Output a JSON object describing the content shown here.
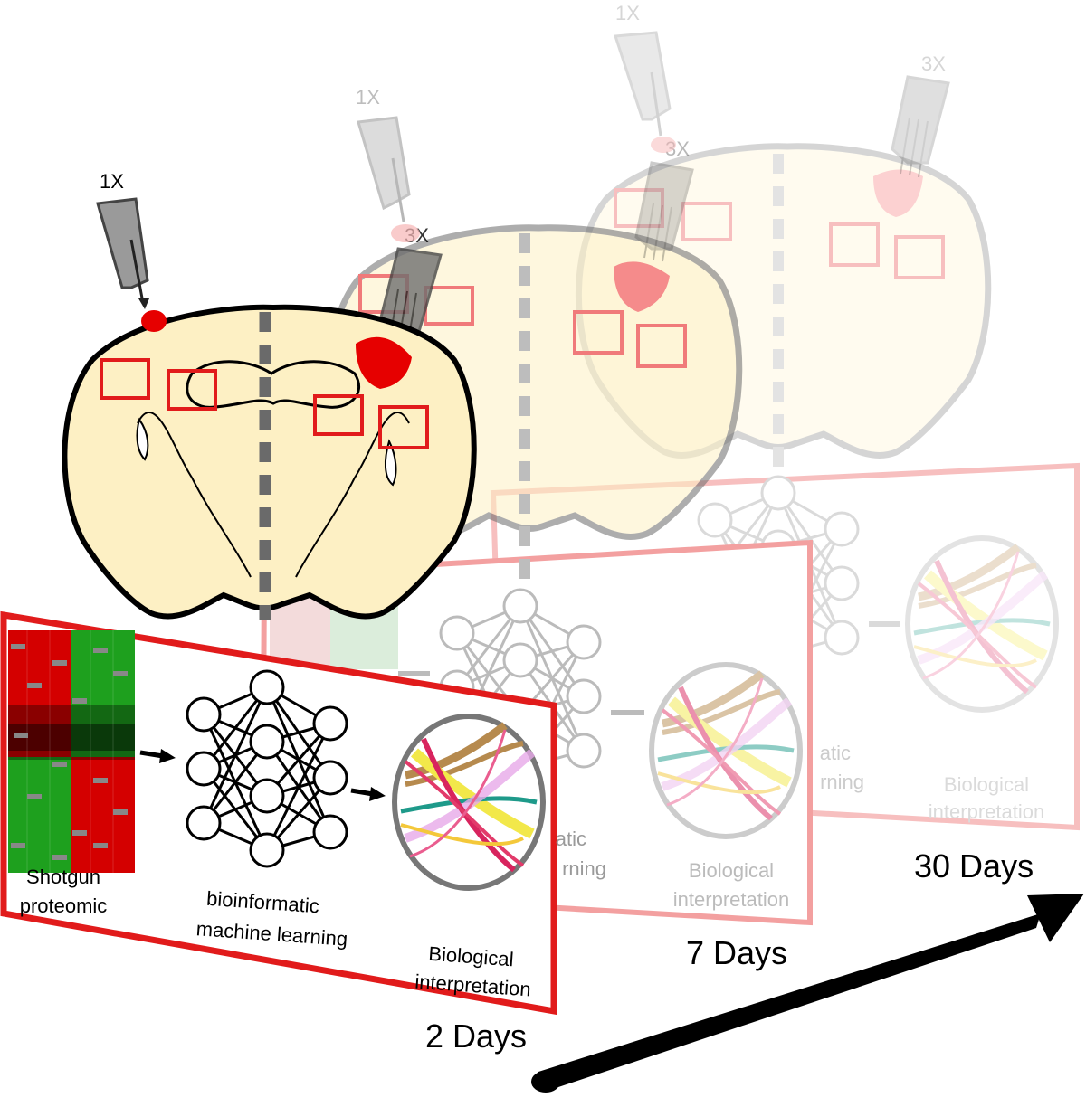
{
  "injection": {
    "single": "1X",
    "triple": "3X"
  },
  "timepoints": [
    {
      "day_label": "30 Days",
      "step1": "",
      "step2": "",
      "step3a": "Biological",
      "step3b": "interpretation"
    },
    {
      "day_label": "7 Days",
      "step1": "",
      "step2": "",
      "step3a": "Biological",
      "step3b": "interpretation"
    },
    {
      "day_label": "2 Days",
      "step1a": "Shotgun",
      "step1b": "proteomic",
      "step2a": "bioinformatic",
      "step2b": "machine learning",
      "step3a": "Biological",
      "step3b": "interpretation"
    }
  ],
  "partial_text": {
    "step2_tail_a": "atic",
    "step2_tail_b": "rning"
  },
  "colors": {
    "brain_fill": "#fdf0c4",
    "brain_edge": "#f2c66a",
    "panel_border": "#e11b1b",
    "lesion": "#e60000",
    "heat_red": "#d40000",
    "heat_green": "#1ea01e",
    "arrow": "#000000"
  }
}
